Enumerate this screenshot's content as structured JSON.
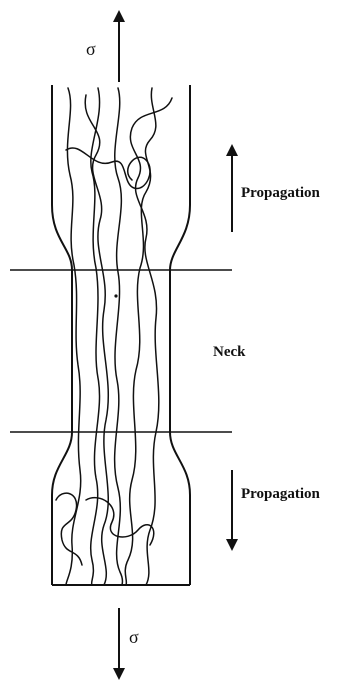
{
  "labels": {
    "stress_top": "σ",
    "stress_bottom": "σ",
    "propagation_top": "Propagation",
    "neck": "Neck",
    "propagation_bottom": "Propagation"
  },
  "colors": {
    "ink": "#111111",
    "background": "#ffffff"
  }
}
